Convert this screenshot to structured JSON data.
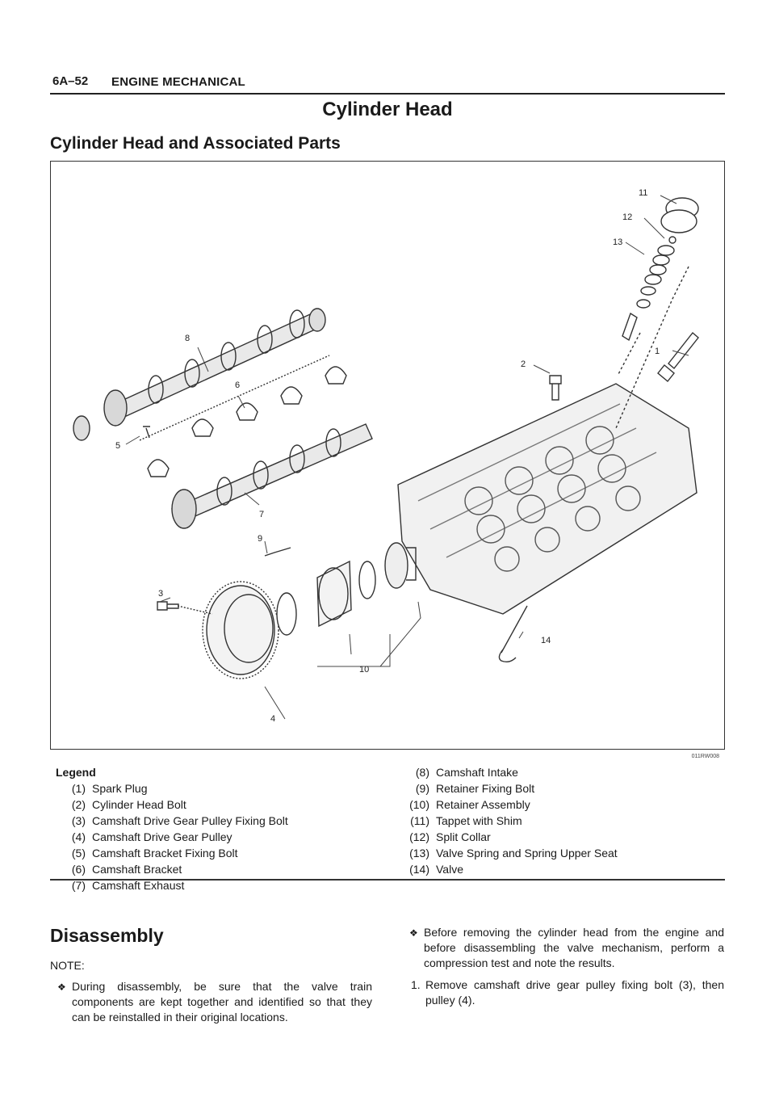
{
  "header": {
    "page_number": "6A–52",
    "section": "ENGINE MECHANICAL"
  },
  "title": "Cylinder Head",
  "subtitle": "Cylinder Head and Associated Parts",
  "figure": {
    "id": "011RW008",
    "callouts": [
      "1",
      "2",
      "3",
      "4",
      "5",
      "6",
      "7",
      "8",
      "9",
      "10",
      "11",
      "12",
      "13",
      "14"
    ]
  },
  "legend": {
    "heading": "Legend",
    "left": [
      {
        "num": "(1)",
        "label": "Spark Plug"
      },
      {
        "num": "(2)",
        "label": "Cylinder Head Bolt"
      },
      {
        "num": "(3)",
        "label": "Camshaft Drive Gear Pulley Fixing Bolt"
      },
      {
        "num": "(4)",
        "label": "Camshaft Drive Gear Pulley"
      },
      {
        "num": "(5)",
        "label": "Camshaft Bracket Fixing Bolt"
      },
      {
        "num": "(6)",
        "label": "Camshaft Bracket"
      },
      {
        "num": "(7)",
        "label": "Camshaft Exhaust"
      }
    ],
    "right": [
      {
        "num": "(8)",
        "label": "Camshaft Intake"
      },
      {
        "num": "(9)",
        "label": "Retainer Fixing Bolt"
      },
      {
        "num": "(10)",
        "label": "Retainer Assembly"
      },
      {
        "num": "(11)",
        "label": "Tappet with Shim"
      },
      {
        "num": "(12)",
        "label": "Split Collar"
      },
      {
        "num": "(13)",
        "label": "Valve Spring and Spring Upper Seat"
      },
      {
        "num": "(14)",
        "label": "Valve"
      }
    ]
  },
  "disassembly": {
    "heading": "Disassembly",
    "note_label": "NOTE:",
    "bullet1": "During disassembly, be sure that the valve train components are kept together and identified so that they can be reinstalled in their original locations.",
    "bullet2": "Before removing the cylinder head from the engine and before disassembling the valve mechanism, perform a compression test and note the results.",
    "step1_num": "1.",
    "step1": "Remove camshaft drive gear pulley fixing bolt (3), then pulley (4)."
  }
}
